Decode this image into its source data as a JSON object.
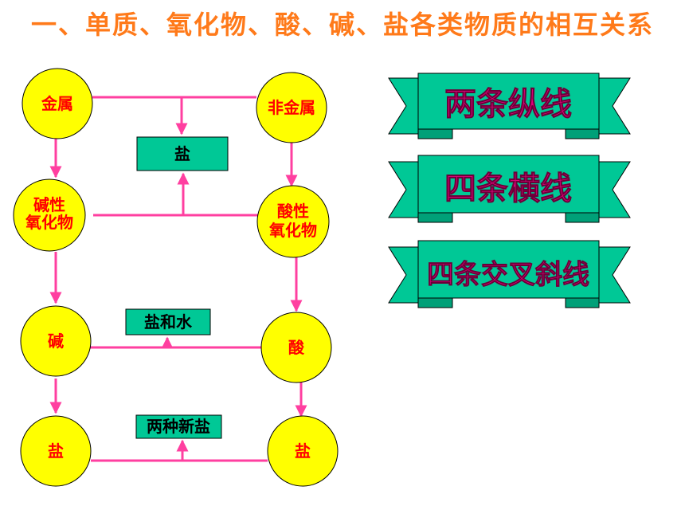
{
  "title": "一、单质、氧化物、酸、碱、盐各类物质的相互关系",
  "nodes": {
    "metal": "金属",
    "nonmetal": "非金属",
    "basic_oxide": [
      "碱性",
      "氧化物"
    ],
    "acidic_oxide": [
      "酸性",
      "氧化物"
    ],
    "base": "碱",
    "acid": "酸",
    "salt_left": "盐",
    "salt_right": "盐"
  },
  "boxes": {
    "salt": "盐",
    "salt_and_water": "盐和水",
    "two_new_salts": "两种新盐"
  },
  "banners": [
    "两条纵线",
    "四条横线",
    "四条交叉斜线"
  ],
  "colors": {
    "title": "#ff7a1a",
    "node_fill": "#ffff00",
    "node_text": "#ff0000",
    "line": "#ff3fa0",
    "box_fill": "#00c896",
    "banner_fill": "#00c896",
    "banner_text": "#e0007a"
  }
}
